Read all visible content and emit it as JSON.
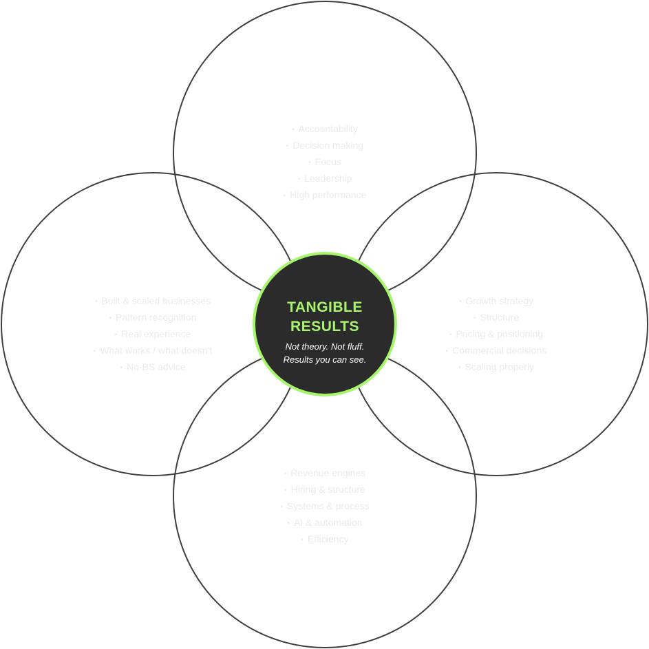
{
  "center": {
    "title_line1": "TANGIBLE",
    "title_line2": "RESULTS",
    "subtitle_line1": "Not theory. Not fluff.",
    "subtitle_line2": "Results you can see.",
    "accent_color": "#a6f56c",
    "fill_color": "#2b2b2b"
  },
  "bullet": "•",
  "circles": {
    "top": {
      "items": [
        "Accountability",
        "Decision making",
        "Focus",
        "Leadership",
        "High performance"
      ]
    },
    "left": {
      "items": [
        "Built & scaled businesses",
        "Pattern recognition",
        "Real experience",
        "What works / what doesn't",
        "No-BS advice"
      ]
    },
    "right": {
      "items": [
        "Growth strategy",
        "Structure",
        "Pricing & positioning",
        "Commercial decisions",
        "Scaling properly"
      ]
    },
    "bottom": {
      "items": [
        "Revenue engines",
        "Hiring & structure",
        "Systems & process",
        "AI & automation",
        "Efficiency"
      ]
    }
  }
}
